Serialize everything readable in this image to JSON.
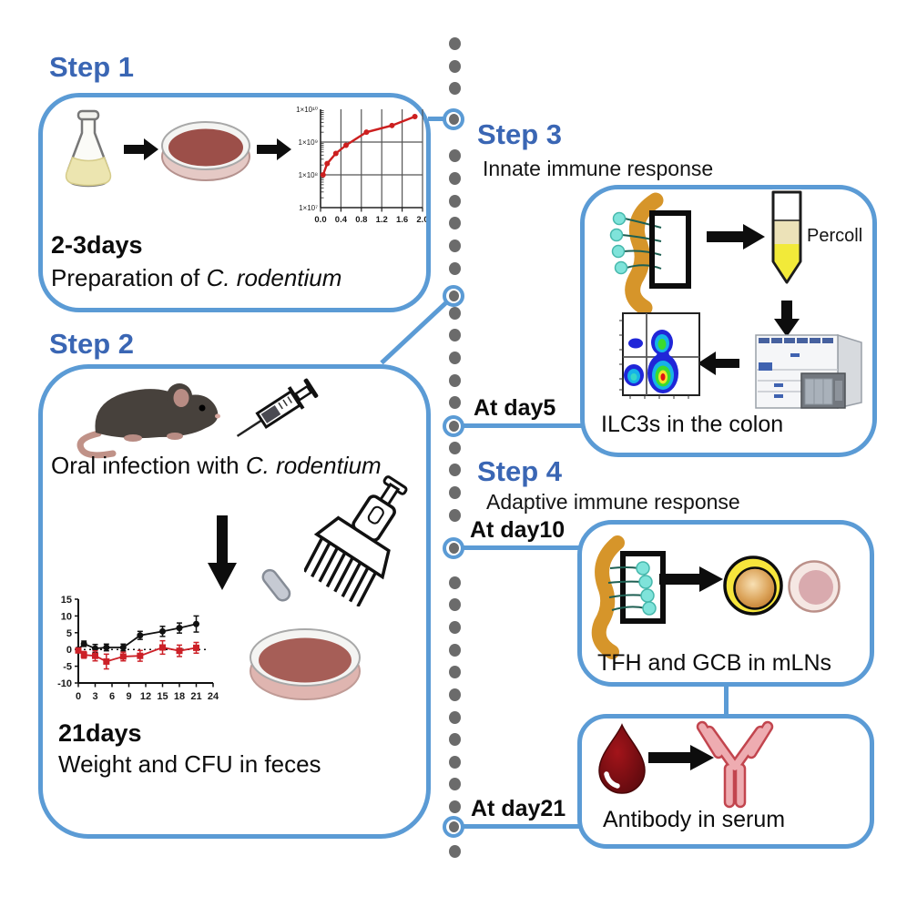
{
  "figure": {
    "step1": {
      "title": "Step 1",
      "duration": "2-3days",
      "caption_prefix": "Preparation of ",
      "species": "C. rodentium"
    },
    "step2": {
      "title": "Step 2",
      "caption_prefix": "Oral infection with ",
      "species": "C. rodentium",
      "duration": "21days",
      "caption2": "Weight and CFU in feces"
    },
    "step3": {
      "title": "Step 3",
      "subtitle": "Innate immune response",
      "reagent_label": "Percoll",
      "caption": "ILC3s in the colon"
    },
    "step4": {
      "title": "Step 4",
      "subtitle": "Adaptive immune response",
      "caption1": "TFH and GCB in mLNs",
      "caption2": "Antibody in serum"
    }
  },
  "timeline": {
    "day5": "At day5",
    "day10": "At day10",
    "day21": "At day21"
  },
  "colors": {
    "accent_blue": "#5b9bd5",
    "title_blue": "#3a66b4",
    "timeline_gray": "#6b6b6b",
    "chart_red": "#cc1f1f",
    "colon_orange": "#d6952a",
    "percoll_yellow": "#f2ea39",
    "blood_red": "#8c1014"
  },
  "chart_data": [
    {
      "type": "line",
      "title": "",
      "xlabel": "",
      "ylabel": "",
      "y_scale": "log",
      "ylim": [
        10000000.0,
        10000000000.0
      ],
      "x": [
        0.05,
        0.13,
        0.3,
        0.5,
        0.9,
        1.4,
        1.85
      ],
      "y": [
        100000000.0,
        220000000.0,
        450000000.0,
        800000000.0,
        2000000000.0,
        3200000000.0,
        6000000000.0
      ],
      "xticks": [
        0.0,
        0.4,
        0.8,
        1.2,
        1.6,
        2.0
      ],
      "ytick_values": [
        10000000000.0,
        1000000000.0,
        100000000.0,
        10000000.0
      ],
      "ytick_labels": [
        "1×10¹⁰",
        "1×10⁹",
        "1×10⁸",
        "1×10⁷"
      ],
      "grid": true,
      "series_color": "#cc1f1f"
    },
    {
      "type": "line",
      "title": "",
      "xlabel": "",
      "ylabel": "",
      "ylim": [
        -10,
        15
      ],
      "yticks": [
        15,
        10,
        5,
        0,
        -5,
        -10
      ],
      "xticks": [
        0,
        3,
        6,
        9,
        12,
        15,
        18,
        21,
        24
      ],
      "zero_line": "dotted",
      "series": [
        {
          "name": "black_series",
          "color": "#111111",
          "marker": "circle",
          "x": [
            0,
            1,
            3,
            5,
            8,
            11,
            15,
            18,
            21
          ],
          "y": [
            0,
            1.7,
            0.3,
            0.6,
            0.6,
            4.2,
            5.4,
            6.4,
            7.6
          ],
          "err": [
            0.5,
            0.8,
            1.2,
            1.0,
            1.0,
            1.2,
            1.5,
            1.5,
            2.4
          ]
        },
        {
          "name": "red_series",
          "color": "#cc2027",
          "marker": "square",
          "x": [
            0,
            1,
            3,
            5,
            8,
            11,
            15,
            18,
            21
          ],
          "y": [
            -0.3,
            -1.6,
            -1.9,
            -3.6,
            -2.1,
            -1.9,
            0.6,
            -0.4,
            0.5
          ],
          "err": [
            0.5,
            1.0,
            1.5,
            2.2,
            1.3,
            1.6,
            2.0,
            1.7,
            1.6
          ]
        }
      ]
    }
  ]
}
